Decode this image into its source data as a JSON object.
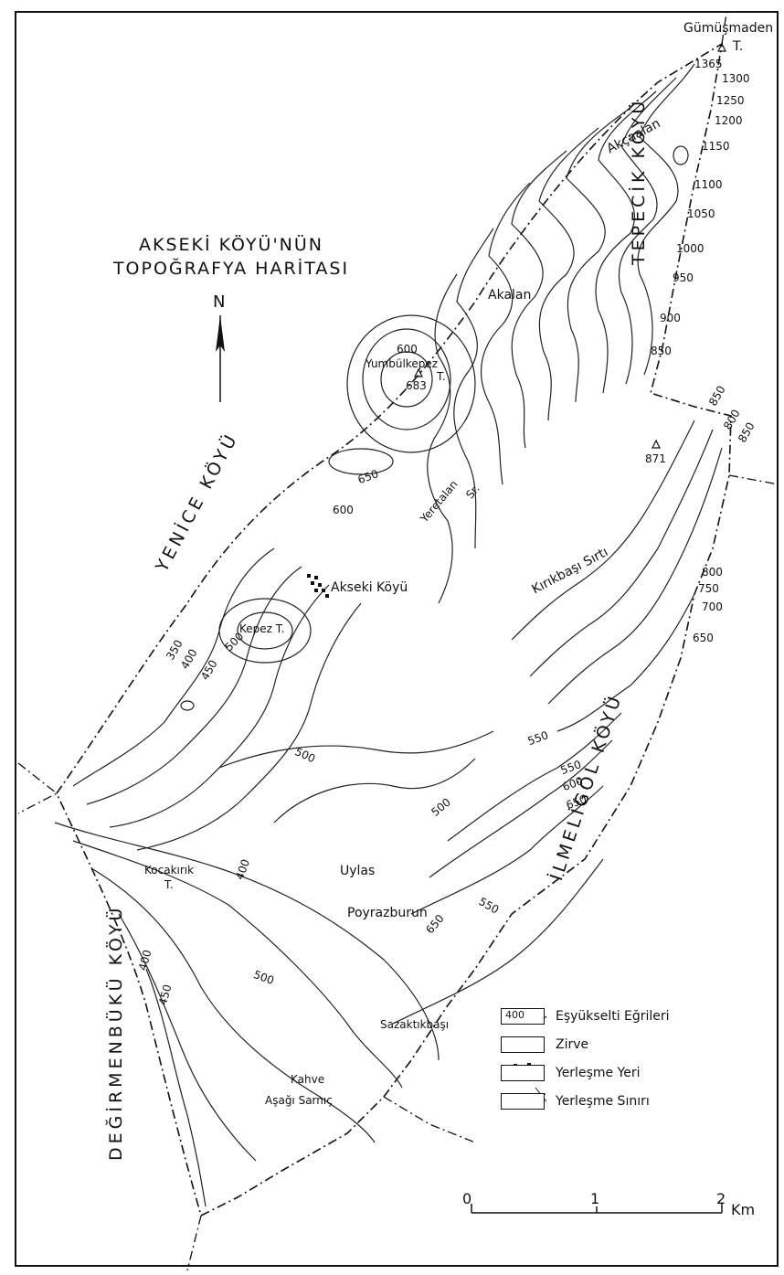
{
  "map": {
    "title_line1": "AKSEKİ KÖYÜ'NÜN",
    "title_line2": "TOPOĞRAFYA HARİTASI",
    "north_label": "N",
    "villages": {
      "gumusmaden": "Gümüşmaden",
      "gumusmaden_t": "T.",
      "tepecik": "TEPECİK KÖYÜ",
      "yenice": "YENİCE KÖYÜ",
      "ilmeligol": "İLMELİGÖL KÖYÜ",
      "degirmenbuku": "DEĞİRMENBÜKÜ KÖYÜ"
    },
    "places": {
      "akcaalan": "Akçaalan",
      "akalan": "Akalan",
      "yeretalan": "Yeretalan",
      "yeretalan_sr": "Sr.",
      "kirikbasi": "Kırıkbaşı Sırtı",
      "akseki": "Akseki Köyü",
      "kepez": "Kepez T.",
      "yumbulkepez": "Yumbülkepez",
      "yumbulkepez_t": "T.",
      "kocakirik": "Kocakırık",
      "kocakirik_t": "T.",
      "uylas": "Uylas",
      "poyrazburun": "Poyrazburun",
      "sazaktikbasi": "Sazaktıkbaşı",
      "kahve": "Kahve",
      "asagi_sarnic": "Aşağı Sarnıç"
    },
    "summits": {
      "s871": "871",
      "s683": "683",
      "s1365": "1365"
    },
    "contour_labels": {
      "c1300": "1300",
      "c1250": "1250",
      "c1200": "1200",
      "c1150": "1150",
      "c1100": "1100",
      "c1050": "1050",
      "c1000": "1000",
      "c950": "950",
      "c900": "900",
      "c850a": "850",
      "c850b": "850",
      "c800a": "800",
      "c850c": "850",
      "c800b": "800",
      "c750": "750",
      "c700": "700",
      "c650a": "650",
      "c650b": "650",
      "c600a": "600",
      "c600b": "600",
      "c350": "350",
      "c400a": "400",
      "c450a": "450",
      "c500a": "500",
      "c500b": "500",
      "c550a": "550",
      "c550b": "550",
      "c600c": "600",
      "c650c": "650",
      "c500c": "500",
      "c550c": "550",
      "c650d": "650",
      "c400b": "400",
      "c400c": "400",
      "c450b": "450",
      "c500d": "500"
    },
    "legend": {
      "contour_sample": "400",
      "contours": "Eşyükselti Eğrileri",
      "summit": "Zirve",
      "settlement": "Yerleşme Yeri",
      "boundary": "Yerleşme Sınırı"
    },
    "scale": {
      "t0": "0",
      "t1": "1",
      "t2": "2",
      "unit": "Km"
    }
  }
}
